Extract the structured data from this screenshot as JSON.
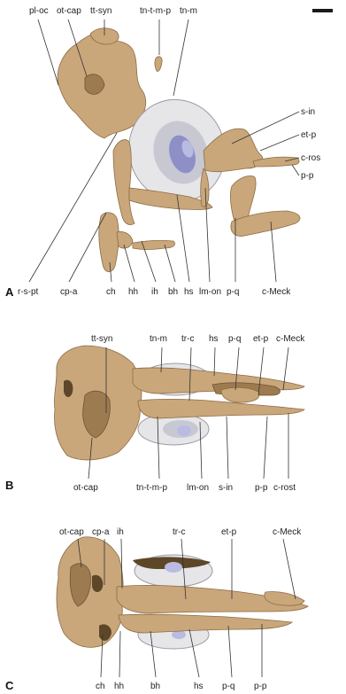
{
  "scale_bar": {
    "color": "#1a1a1a"
  },
  "colors": {
    "cartilage": "#c9a77a",
    "cartilage_dark": "#9d7b50",
    "eye": "#e6e6e9",
    "lens": "#8e8fc7"
  },
  "panels": {
    "A": {
      "letter": "A",
      "labels": {
        "pl_oc": "pl-oc",
        "ot_cap": "ot-cap",
        "tt_syn": "tt-syn",
        "tn_t_m_p": "tn-t-m-p",
        "tn_m": "tn-m",
        "s_in": "s-in",
        "et_p": "et-p",
        "c_ros": "c-ros",
        "p_p": "p-p",
        "r_s_pt": "r-s-pt",
        "cp_a": "cp-a",
        "ch": "ch",
        "hh": "hh",
        "ih": "ih",
        "bh": "bh",
        "hs": "hs",
        "lm_on": "lm-on",
        "p_q": "p-q",
        "c_meck": "c-Meck"
      }
    },
    "B": {
      "letter": "B",
      "labels": {
        "tt_syn": "tt-syn",
        "tn_m": "tn-m",
        "tr_c": "tr-c",
        "hs": "hs",
        "p_q": "p-q",
        "et_p": "et-p",
        "c_meck": "c-Meck",
        "ot_cap": "ot-cap",
        "tn_t_m_p": "tn-t-m-p",
        "lm_on": "lm-on",
        "s_in": "s-in",
        "p_p": "p-p",
        "c_rost": "c-rost"
      }
    },
    "C": {
      "letter": "C",
      "labels": {
        "ot_cap": "ot-cap",
        "cp_a": "cp-a",
        "ih": "ih",
        "tr_c": "tr-c",
        "et_p": "et-p",
        "c_meck": "c-Meck",
        "ch": "ch",
        "hh": "hh",
        "bh": "bh",
        "hs": "hs",
        "p_q": "p-q",
        "p_p": "p-p"
      }
    }
  }
}
